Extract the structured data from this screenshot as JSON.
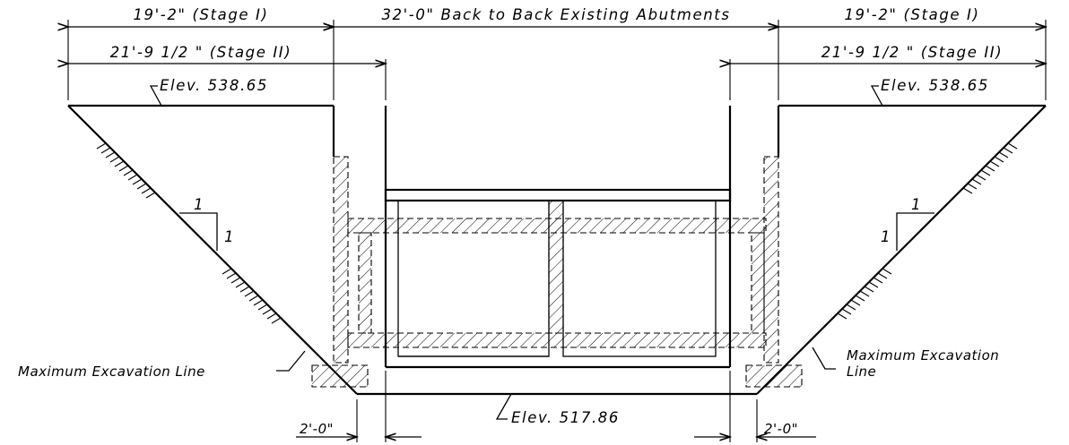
{
  "dimensions": {
    "top_left": "19'-2\" (Stage I)",
    "top_center": "32'-0\" Back to Back Existing Abutments",
    "top_right": "19'-2\" (Stage I)",
    "second_left": "21'-9 1/2 \" (Stage II)",
    "second_right": "21'-9 1/2 \" (Stage II)",
    "bottom_left": "2'-0\"",
    "bottom_right": "2'-0\""
  },
  "elevations": {
    "top_left": "Elev. 538.65",
    "top_right": "Elev. 538.65",
    "bottom": "Elev. 517.86"
  },
  "slopes": {
    "left_run": "1",
    "left_rise": "1",
    "right_run": "1",
    "right_rise": "1"
  },
  "notes": {
    "left_excavation": "Maximum Excavation Line",
    "right_excavation_line1": "Maximum Excavation",
    "right_excavation_line2": "Line"
  }
}
